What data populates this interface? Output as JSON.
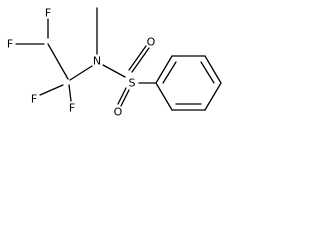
{
  "atoms": {
    "f1": "F",
    "f2": "F",
    "f3": "F",
    "f4": "F",
    "n": "N",
    "s": "S",
    "o1": "O",
    "o2": "O"
  }
}
